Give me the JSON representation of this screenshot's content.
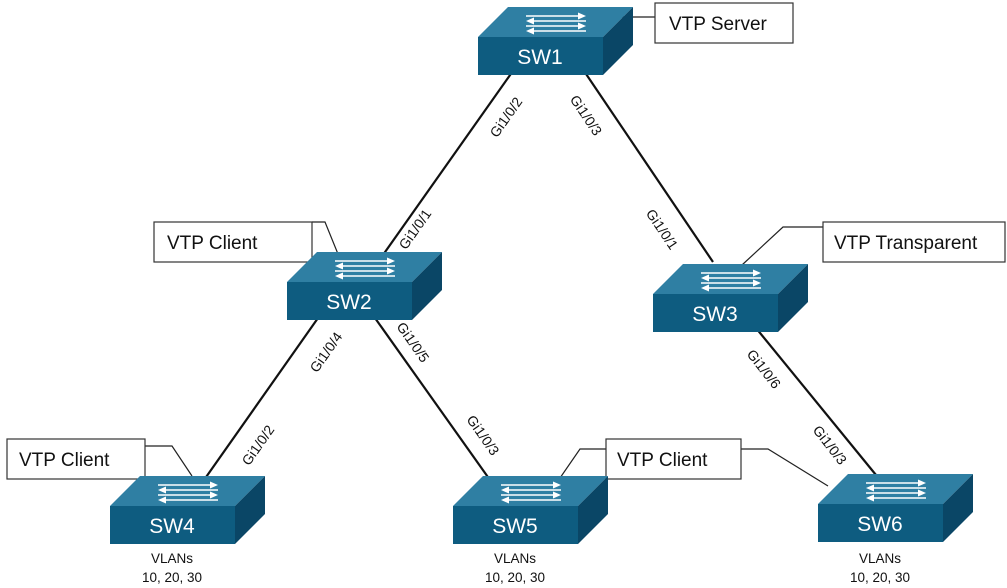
{
  "colors": {
    "switch_top": "#2F7FA3",
    "switch_front": "#0E5C80",
    "switch_side": "#0A4666",
    "arrow": "#ffffff",
    "link": "#111111"
  },
  "switches": {
    "sw1": {
      "name": "SW1",
      "icon": "switch-icon"
    },
    "sw2": {
      "name": "SW2",
      "icon": "switch-icon"
    },
    "sw3": {
      "name": "SW3",
      "icon": "switch-icon"
    },
    "sw4": {
      "name": "SW4",
      "icon": "switch-icon"
    },
    "sw5": {
      "name": "SW5",
      "icon": "switch-icon"
    },
    "sw6": {
      "name": "SW6",
      "icon": "switch-icon"
    }
  },
  "callouts": {
    "sw1": "VTP Server",
    "sw2": "VTP Client",
    "sw3": "VTP Transparent",
    "sw4": "VTP Client",
    "sw5": "VTP Client"
  },
  "ports": {
    "sw1_sw2": "Gi1/0/2",
    "sw1_sw3": "Gi1/0/3",
    "sw2_sw1": "Gi1/0/1",
    "sw3_sw1": "Gi1/0/1",
    "sw2_sw4": "Gi1/0/4",
    "sw2_sw5": "Gi1/0/5",
    "sw4_sw2": "Gi1/0/2",
    "sw5_sw2": "Gi1/0/3",
    "sw3_sw6": "Gi1/0/6",
    "sw6_sw3": "Gi1/0/3"
  },
  "vlans": {
    "sw4": {
      "title": "VLANs",
      "list": "10, 20, 30"
    },
    "sw5": {
      "title": "VLANs",
      "list": "10, 20, 30"
    },
    "sw6": {
      "title": "VLANs",
      "list": "10, 20, 30"
    }
  }
}
